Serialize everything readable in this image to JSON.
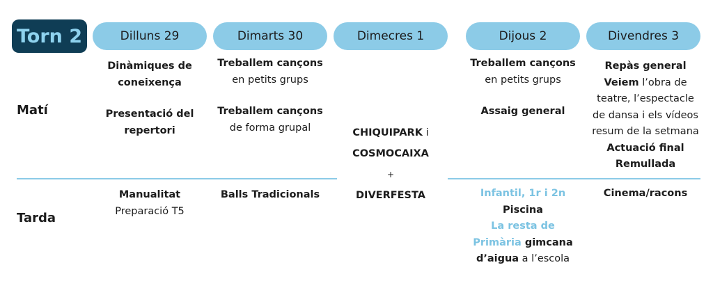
{
  "header": {
    "torn": "Torn 2",
    "days": [
      "Dilluns 29",
      "Dimarts 30",
      "Dimecres 1",
      "Dijous 2",
      "Divendres 3"
    ]
  },
  "rows": {
    "mati": "Matí",
    "tarda": "Tarda"
  },
  "mati": {
    "dilluns": {
      "line1": "Dinàmiques de",
      "line2": "coneixença",
      "line3": "Presentació del",
      "line4": "repertori"
    },
    "dimarts": {
      "line1": "Treballem cançons",
      "line2": "en petits grups",
      "line3": "Treballem cançons",
      "line4": "de forma grupal"
    },
    "dijous": {
      "line1": "Treballem cançons",
      "line2": "en petits grups",
      "line3": "Assaig general"
    },
    "divendres": {
      "line1": "Repàs general",
      "line2_bold": "Veiem",
      "line2_rest": " l’obra de",
      "line3": "teatre, l’espectacle",
      "line4": "de dansa i els vídeos",
      "line5": "resum de la setmana",
      "line6": "Actuació final",
      "line7": "Remullada"
    }
  },
  "dimecres": {
    "line1_bold": "CHIQUIPARK",
    "line1_rest": " i",
    "line2": "COSMOCAIXA",
    "plus": "+",
    "line3": "DIVERFESTA"
  },
  "tarda": {
    "dilluns": {
      "line1": "Manualitat",
      "line2": "Preparació T5"
    },
    "dimarts": {
      "line1": "Balls Tradicionals"
    },
    "dijous": {
      "line1": "Infantil, 1r i 2n",
      "line2": "Piscina",
      "line3": "La resta de",
      "line4_blue": "Primària",
      "line4_bold": " gimcana",
      "line5_bold": "d’aigua",
      "line5_rest": " a l’escola"
    },
    "divendres": {
      "line1": "Cinema/racons"
    }
  },
  "colors": {
    "navy": "#0f3d55",
    "light_blue": "#8ccbe7",
    "accent_text": "#7cc3e2"
  }
}
